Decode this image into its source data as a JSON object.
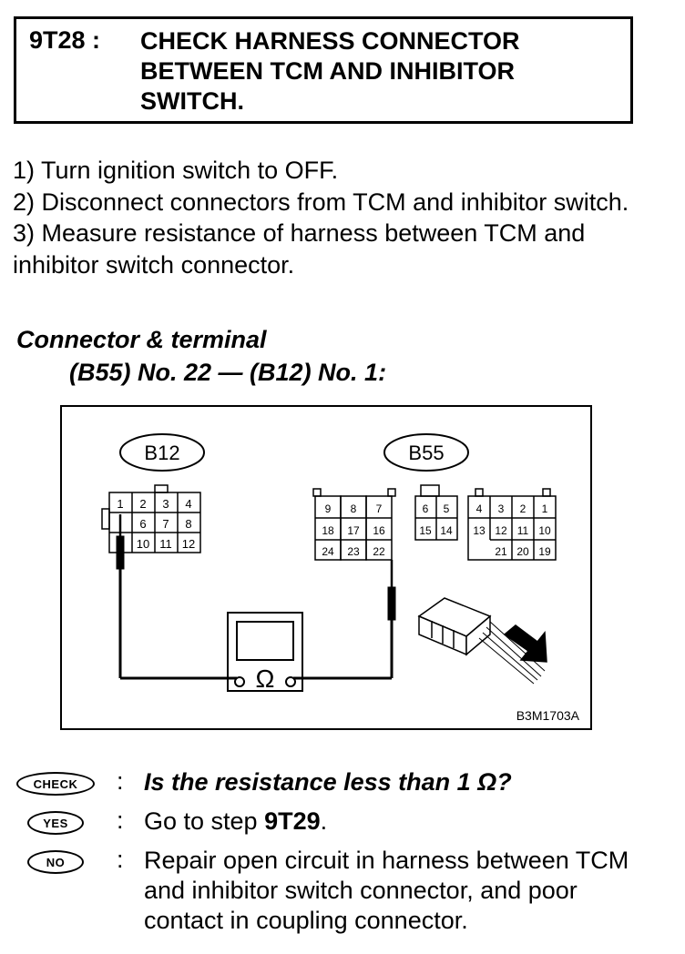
{
  "header": {
    "step_id": "9T28 :",
    "title": "CHECK HARNESS CONNECTOR BETWEEN TCM AND INHIBITOR SWITCH."
  },
  "instructions": [
    "1)  Turn ignition switch to OFF.",
    "2)  Disconnect connectors from TCM and inhibitor switch.",
    "3)  Measure resistance of harness between TCM and inhibitor switch connector."
  ],
  "connector_terminal": {
    "heading": "Connector & terminal",
    "value": "(B55) No. 22 — (B12) No. 1:"
  },
  "diagram": {
    "b12_label": "B12",
    "b55_label": "B55",
    "b12_terminals": [
      "1",
      "2",
      "3",
      "4",
      "6",
      "7",
      "8",
      "10",
      "11",
      "12"
    ],
    "b55_terminals": [
      "9",
      "8",
      "7",
      "6",
      "5",
      "4",
      "3",
      "2",
      "1",
      "18",
      "17",
      "16",
      "15",
      "14",
      "13",
      "12",
      "11",
      "10",
      "24",
      "23",
      "22",
      "21",
      "20",
      "19"
    ],
    "ohm_symbol": "Ω",
    "figure_code": "B3M1703A"
  },
  "qa": {
    "check_badge": "CHECK",
    "yes_badge": "YES",
    "no_badge": "NO",
    "colon": ":",
    "question": "Is the resistance less than 1 Ω?",
    "yes_prefix": "Go to step ",
    "yes_step": "9T29",
    "yes_suffix": ".",
    "no_text": "Repair open circuit in harness between TCM and inhibitor switch connector, and poor contact in coupling connector."
  }
}
